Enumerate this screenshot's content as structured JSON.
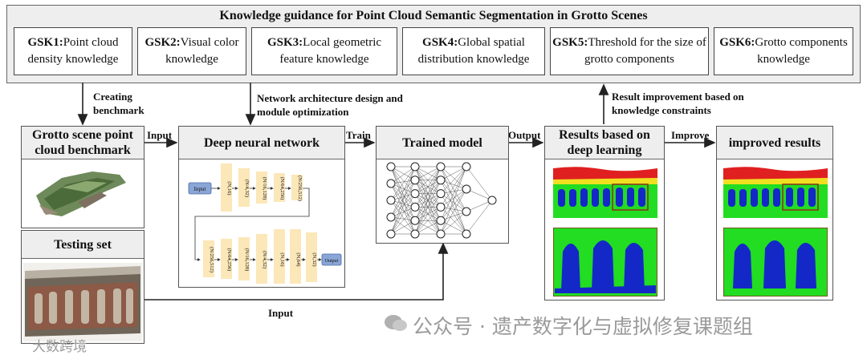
{
  "header": {
    "title": "Knowledge guidance for Point Cloud Semantic Segmentation in Grotto Scenes",
    "gsk": [
      {
        "code": "GSK1:",
        "text": "Point cloud density knowledge"
      },
      {
        "code": "GSK2:",
        "text": "Visual color knowledge"
      },
      {
        "code": "GSK3:",
        "text": "Local geometric feature knowledge"
      },
      {
        "code": "GSK4:",
        "text": "Global spatial distribution knowledge"
      },
      {
        "code": "GSK5:",
        "text": "Threshold for the size of grotto components"
      },
      {
        "code": "GSK6:",
        "text": "Grotto components knowledge"
      }
    ]
  },
  "labels": {
    "creating_benchmark": "Creating benchmark",
    "network_design": "Network architecture design and module optimization",
    "result_improvement": "Result improvement based on knowledge constraints",
    "input_top": "Input",
    "train": "Train",
    "output": "Output",
    "improve": "Improve",
    "input_bottom": "Input"
  },
  "panels": {
    "benchmark": "Grotto scene point cloud benchmark",
    "testing": "Testing set",
    "dnn": "Deep neural network",
    "trained": "Trained model",
    "results": "Results based on deep learning",
    "improved": "improved results"
  },
  "network": {
    "input": "Input",
    "output": "Output",
    "encoder": [
      "(N,16)",
      "(N/4,32)",
      "(N/16,128)",
      "(N/64,256)",
      "(N/256,512)"
    ],
    "decoder": [
      "(N/256,512)",
      "(N/64,256)",
      "(N/16,128)",
      "(N/4,32)",
      "(N,16)",
      "(N,64)",
      "(N,32)"
    ]
  },
  "watermark": {
    "main": "公众号 · 遗产数字化与虚拟修复课题组",
    "corner": "大数跨境"
  },
  "colors": {
    "ground_green": "#22dd22",
    "figure_blue": "#1428c8",
    "wall_red": "#e02020",
    "layer_fill": "#fbe7b8",
    "input_box": "#8aa6d6"
  }
}
